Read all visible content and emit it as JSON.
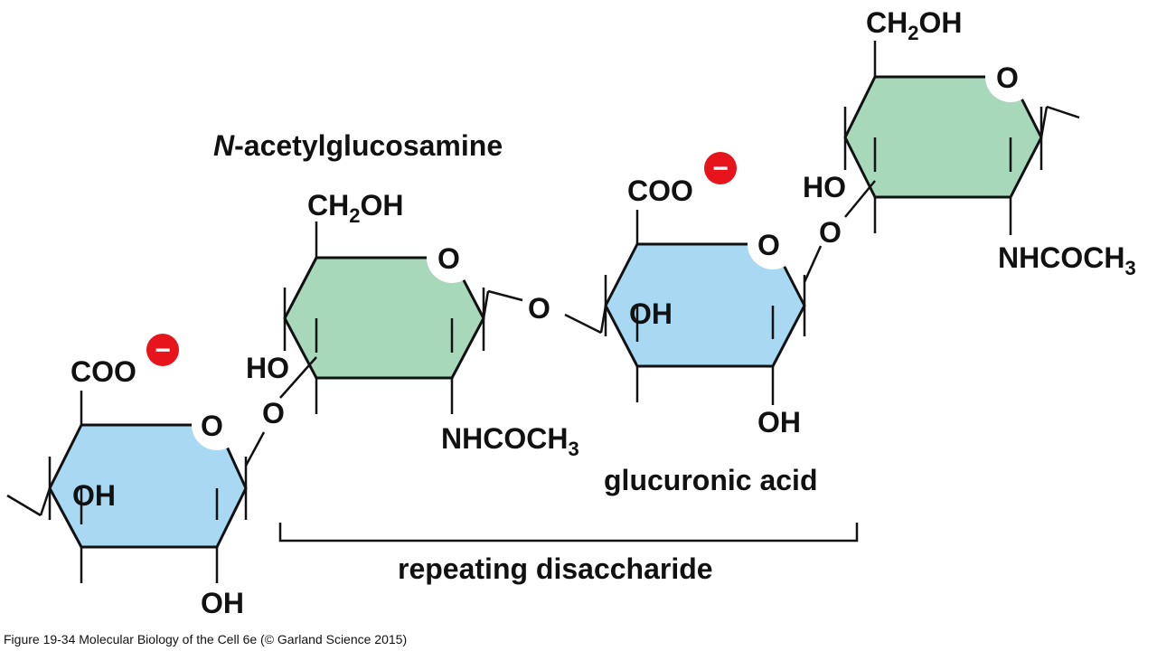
{
  "diagram": {
    "labels": {
      "n_acetylglucosamine_prefix": "N",
      "n_acetylglucosamine_rest": "-acetylglucosamine",
      "glucuronic_acid": "glucuronic acid",
      "repeating_disaccharide": "repeating disaccharide"
    },
    "groups": {
      "coo": "COO",
      "oh": "OH",
      "ho": "HO",
      "o": "O",
      "ch2oh_main": "CH",
      "ch2oh_sub": "2",
      "ch2oh_end": "OH",
      "nhcoch3_main": "NHCOCH",
      "nhcoch3_sub": "3",
      "minus": "−"
    },
    "colors": {
      "glucuronic_ring": "#a8d8f2",
      "glcnac_ring": "#a8d8ba",
      "charge": "#e8141c"
    },
    "caption": "Figure 19-34  Molecular Biology of the Cell 6e (© Garland Science 2015)"
  }
}
